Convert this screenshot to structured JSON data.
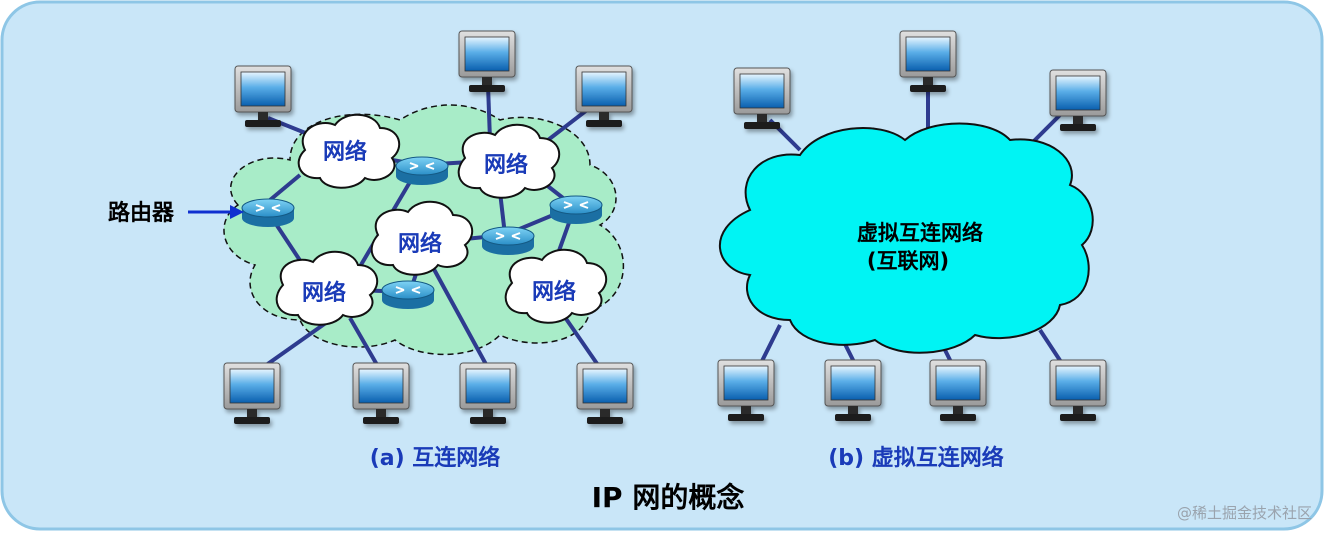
{
  "caption": {
    "left": "(a) 互连网络",
    "right": "(b) 虚拟互连网络",
    "main": "IP 网的概念"
  },
  "router_label": "路由器",
  "network_label": "网络",
  "virtual_cloud": {
    "line1": "虚拟互连网络",
    "line2": "(互联网)"
  },
  "watermark": "@稀土掘金技术社区",
  "colors": {
    "background": "#c9e6f8",
    "panel_border": "#8ec6e6",
    "inner_cloud": "#a8ecc8",
    "virtual_cloud": "#00f4f4",
    "link": "#2e3b8f",
    "caption_blue": "#1a3bb8",
    "router": "#2c8fc4"
  }
}
